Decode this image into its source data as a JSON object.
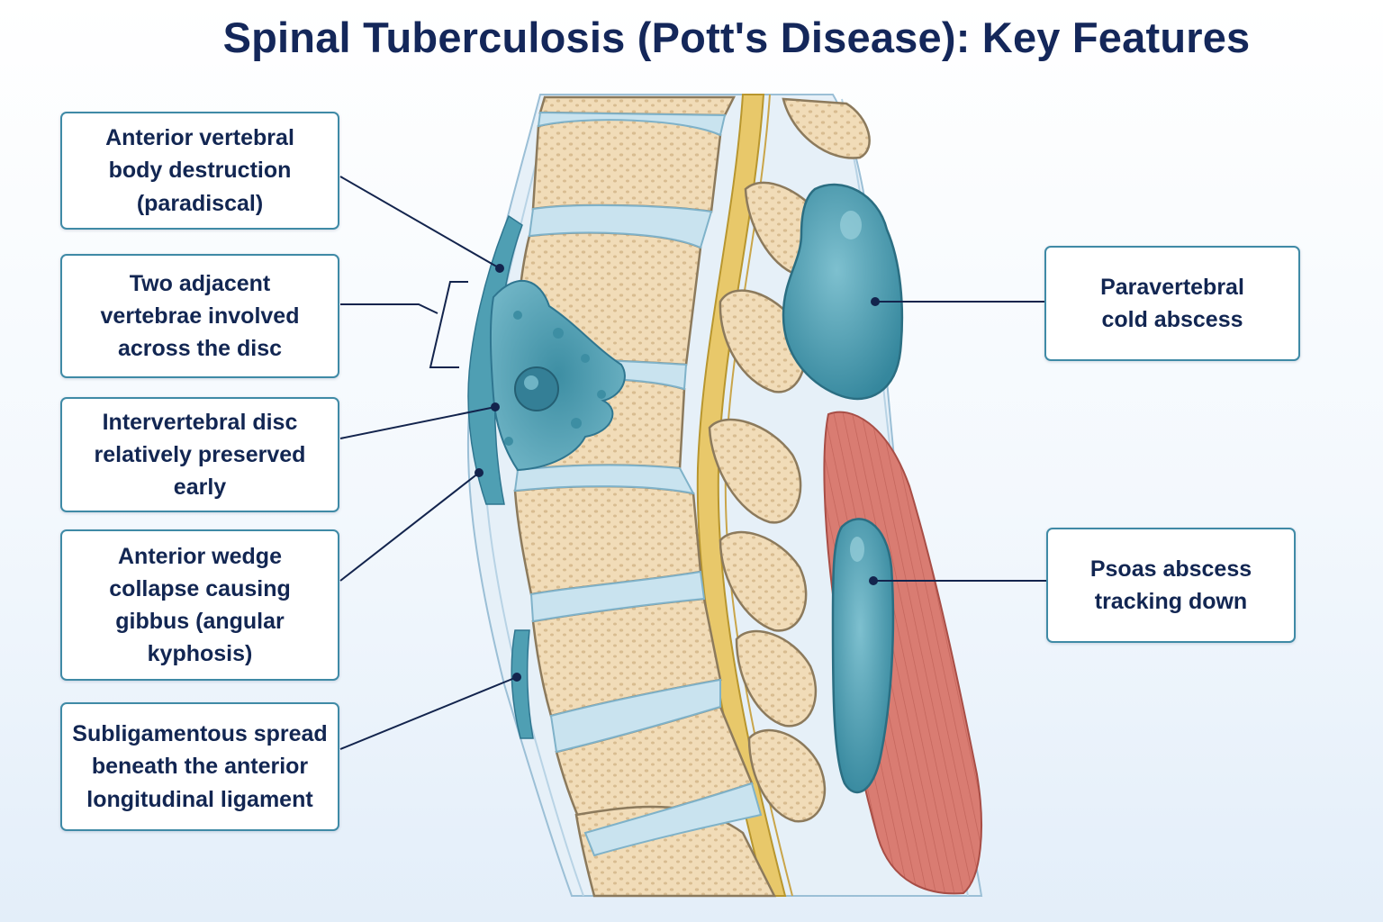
{
  "title": "Spinal Tuberculosis (Pott's Disease): Key Features",
  "labels": {
    "anterior_destruction": "Anterior vertebral\nbody destruction\n(paradiscal)",
    "two_adjacent": "Two adjacent\nvertebrae involved\nacross the disc",
    "disc_preserved": "Intervertebral disc\nrelatively preserved\nearly",
    "wedge_collapse": "Anterior wedge\ncollapse causing\ngibbus (angular\nkyphosis)",
    "subligamentous": "Subligamentous spread\nbeneath the anterior\nlongitudinal ligament",
    "paravertebral": "Paravertebral\ncold abscess",
    "psoas": "Psoas abscess\ntracking down"
  },
  "colors": {
    "title": "#14275a",
    "box_border": "#3f8aa6",
    "bone": "#f1dcb8",
    "bone_outline": "#8c7a5c",
    "disc": "#c9e3ef",
    "abscess": "#4f9fb3",
    "muscle": "#d97c72",
    "cord": "#e8c86a",
    "leader": "#13244d"
  }
}
